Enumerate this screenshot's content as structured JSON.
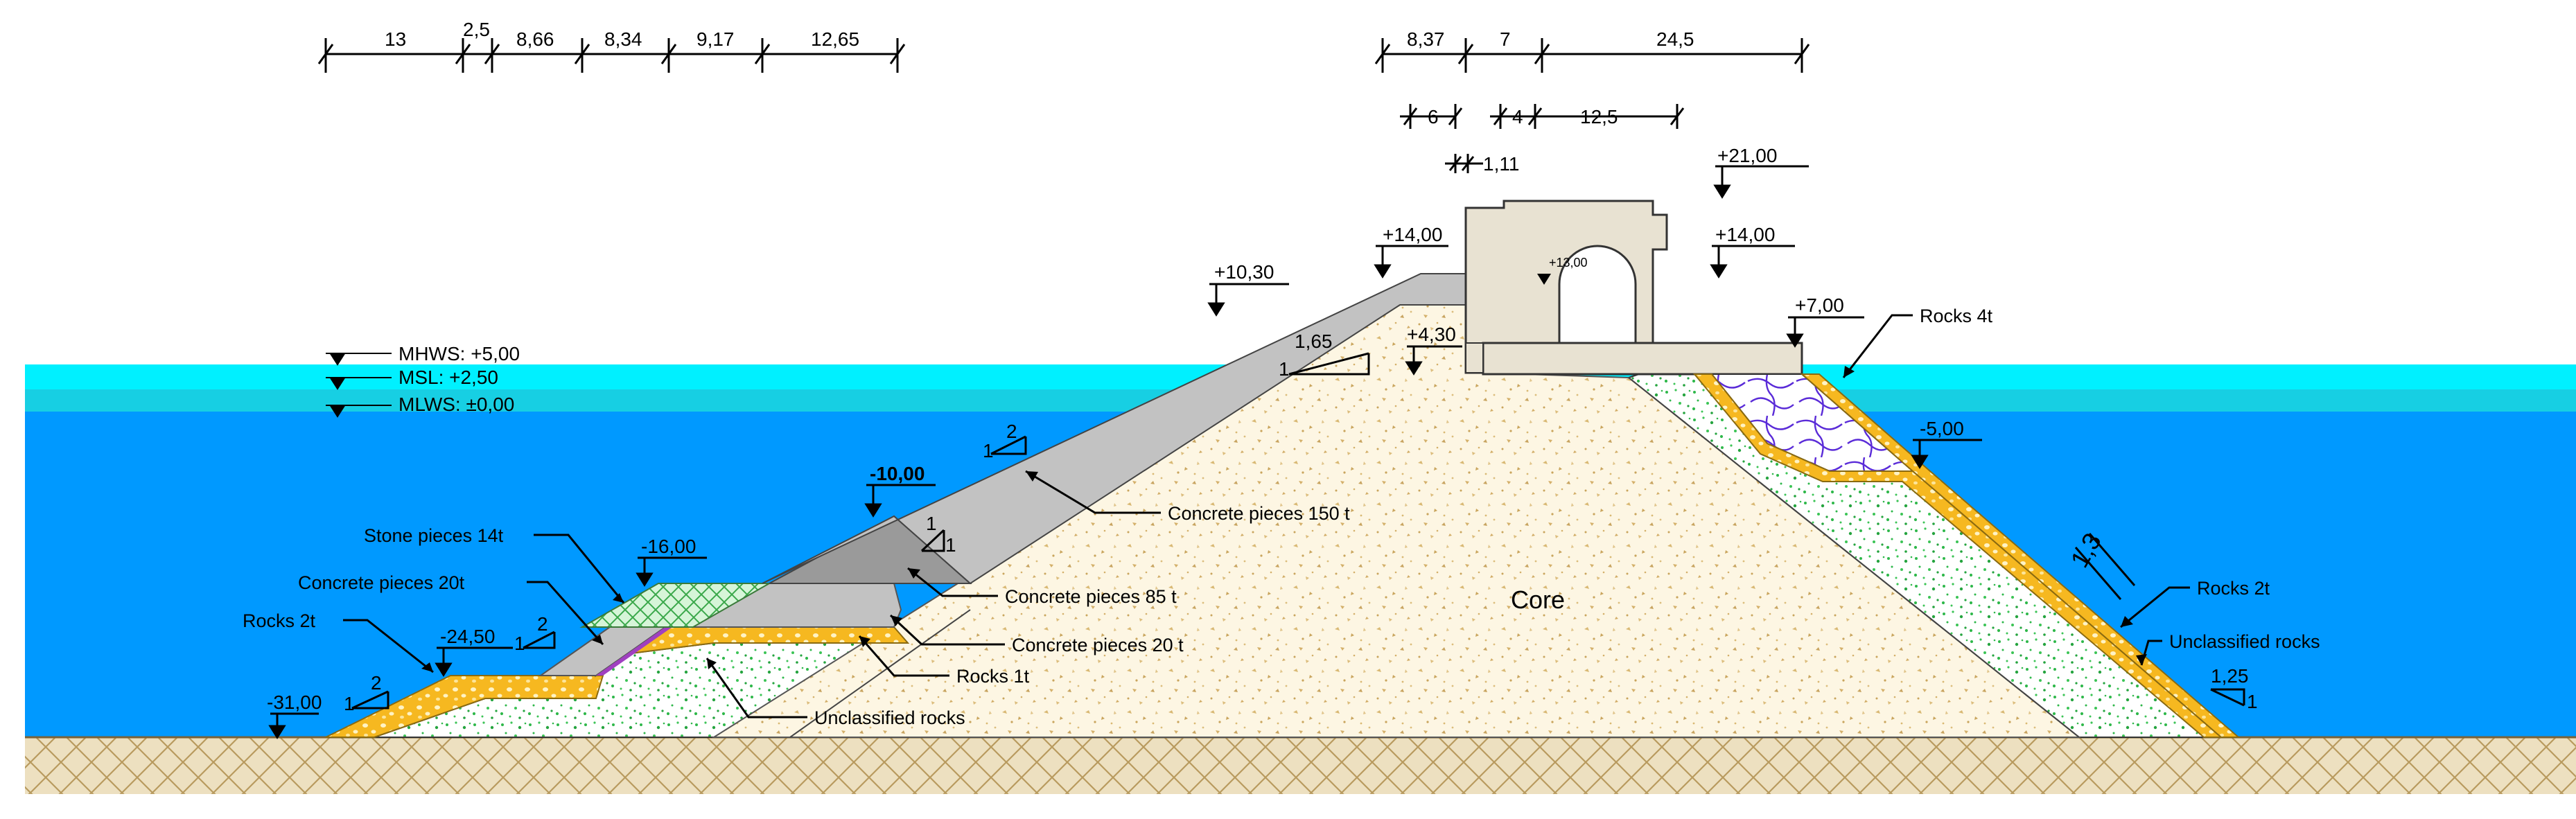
{
  "top_dimensions_left": [
    "13",
    "2,5",
    "8,66",
    "8,34",
    "9,17",
    "12,65"
  ],
  "top_dimensions_right": [
    "8,37",
    "7",
    "24,5"
  ],
  "crown_dimensions": [
    "6",
    "4",
    "12,5"
  ],
  "crown_small_dimension": "1,11",
  "water_levels": {
    "mhws": "MHWS: +5,00",
    "msl": "MSL: +2,50",
    "mlws": "MLWS: ±0,00"
  },
  "elevations": {
    "plus_21": "+21,00",
    "plus_14_left": "+14,00",
    "plus_14_right": "+14,00",
    "plus_13": "+13,00",
    "plus_10_30": "+10,30",
    "plus_7": "+7,00",
    "plus_4_30": "+4,30",
    "minus_5": "-5,00",
    "minus_10": "-10,00",
    "minus_16": "-16,00",
    "minus_24_50": "-24,50",
    "minus_31": "-31,00"
  },
  "slopes": {
    "upper": {
      "run": "1,65",
      "rise": "1"
    },
    "mid_seaward": {
      "run": "2",
      "rise": "1"
    },
    "toe_step": {
      "run": "1",
      "rise": "1"
    },
    "berm": {
      "run": "2",
      "rise": "1"
    },
    "toe": {
      "run": "2",
      "rise": "1"
    },
    "lee_rear": {
      "run": "1,25",
      "rise": "1"
    }
  },
  "thickness_label": "1,3",
  "labels": {
    "core": "Core",
    "concrete_150": "Concrete pieces 150 t",
    "concrete_85": "Concrete pieces 85 t",
    "concrete_20_right": "Concrete pieces 20 t",
    "rocks_1t": "Rocks 1t",
    "unclassified_left": "Unclassified rocks",
    "stone_14t": "Stone pieces 14t",
    "concrete_20t_left": "Concrete pieces 20t",
    "rocks_2t_left": "Rocks  2t",
    "rocks_4t": "Rocks 4t",
    "rocks_2t_right": "Rocks 2t",
    "unclassified_right": "Unclassified rocks"
  },
  "colors": {
    "sea_deep": "#0099ff",
    "sea_band": "#17cfe3",
    "sea_surface": "#00f0ff",
    "armor_grey": "#c2c2c2",
    "armor_dark": "#9a9a9a",
    "rock_orange": "#f6b820",
    "core_sand": "#fdf6e3",
    "underlayer_green": "#2fb84b",
    "seabed_tan": "#e8d5a9"
  }
}
